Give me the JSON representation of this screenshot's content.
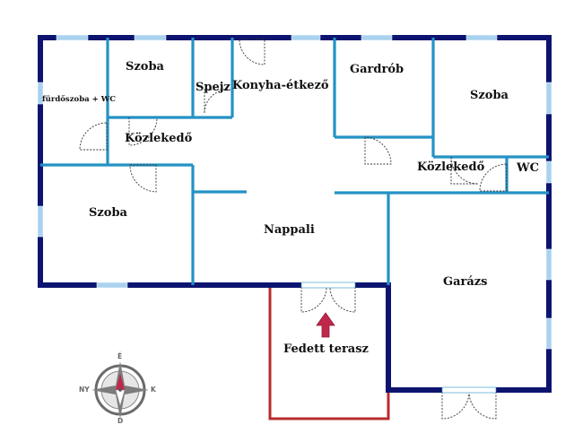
{
  "rooms": {
    "szoba_top": "Szoba",
    "furdoszoba": "fürdőszoba + WC",
    "spejz": "Spejz",
    "konyha": "Konyha-étkező",
    "gardrob": "Gardrób",
    "szoba_right": "Szoba",
    "kozlekedo_left": "Közlekedő",
    "kozlekedo_right": "Közlekedő",
    "wc": "WC",
    "szoba_left": "Szoba",
    "nappali": "Nappali",
    "garazs": "Garázs",
    "fedett_terasz": "Fedett terasz"
  },
  "compass": {
    "north": "É",
    "south": "D",
    "east": "K",
    "west": "NY"
  },
  "colors": {
    "outer_wall": "#0d1470",
    "inner_wall": "#2492c4",
    "terrace_outline": "#b82c2c",
    "window": "#a9d2ee",
    "entry_arrow": "#c0274a"
  }
}
